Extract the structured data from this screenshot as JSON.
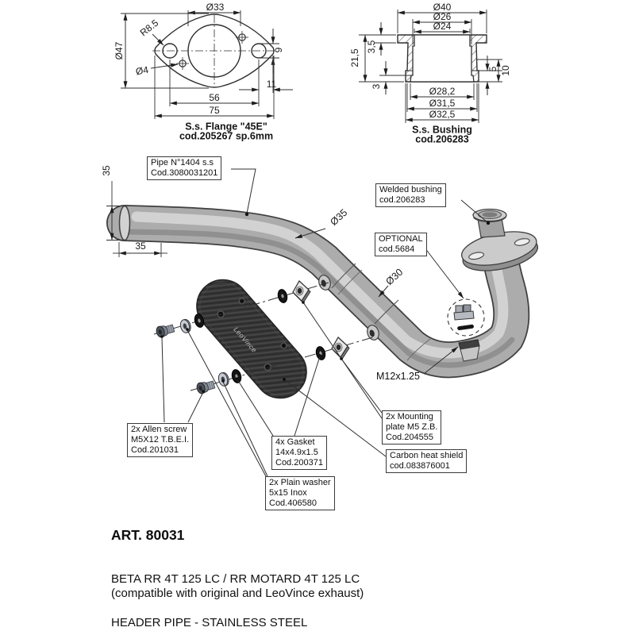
{
  "flange": {
    "caption1": "S.s. Flange  \"45E\"",
    "caption2": "cod.205267  sp.6mm",
    "dia33": "Ø33",
    "dia47": "Ø47",
    "r85": "R8.5",
    "dia4": "Ø4",
    "h9": "9",
    "off11": "11",
    "span56": "56",
    "span75": "75"
  },
  "bushing": {
    "caption1": "S.s. Bushing",
    "caption2": "cod.206283",
    "dia40": "Ø40",
    "dia26": "Ø26",
    "dia24": "Ø24",
    "h21_5": "21,5",
    "h3_5": "3,5",
    "h3": "3",
    "h5": "5",
    "h10": "10",
    "dia28_2": "Ø28,2",
    "dia31_5": "Ø31,5",
    "dia32_5": "Ø32,5"
  },
  "assembly": {
    "pipe_label": {
      "l1": "Pipe N°1404 s.s",
      "l2": "Cod.3080031201"
    },
    "welded_bushing": {
      "l1": "Welded bushing",
      "l2": "cod.206283"
    },
    "optional": {
      "l1": "OPTIONAL",
      "l2": "cod.5684"
    },
    "thread": "M12x1.25",
    "dim35v": "35",
    "dim35h": "35",
    "dia35": "Ø35",
    "dia30": "Ø30",
    "mounting_plate": {
      "l1": "2x Mounting",
      "l2": "plate M5 Z.B.",
      "l3": "Cod.204555"
    },
    "heat_shield": {
      "l1": "Carbon heat shield",
      "l2": "cod.083876001"
    },
    "allen_screw": {
      "l1": "2x Allen screw",
      "l2": "M5X12 T.B.E.I.",
      "l3": "Cod.201031"
    },
    "gasket": {
      "l1": "4x Gasket",
      "l2": "14x4.9x1.5",
      "l3": "Cod.200371"
    },
    "washer": {
      "l1": "2x Plain washer",
      "l2": "5x15 Inox",
      "l3": "Cod.406580"
    },
    "shield_logo": "LeoVince"
  },
  "footer": {
    "art": "ART. 80031",
    "model": "BETA RR 4T 125 LC / RR MOTARD 4T 125 LC",
    "compat": "(compatible with original and LeoVince exhaust)",
    "product": "HEADER PIPE - STAINLESS STEEL"
  },
  "colors": {
    "line": "#2f2f2f",
    "pipe_mid": "#acacac",
    "pipe_light": "#d6d6d6",
    "pipe_dark": "#8a8a8a",
    "shield": "#353535",
    "steel": "#9aa0a9"
  }
}
